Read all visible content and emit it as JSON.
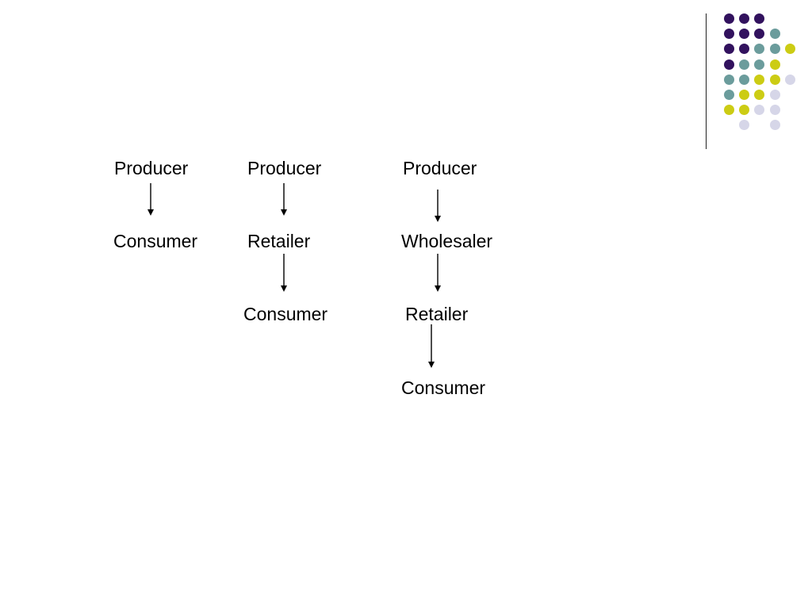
{
  "decoration": {
    "dot_colors": {
      "purple": "#32125e",
      "teal": "#6b9c9c",
      "yellow": "#cccc14",
      "lavender": "#d6d6e8"
    },
    "dot_grid": [
      [
        "purple",
        "purple",
        "purple",
        null,
        null
      ],
      [
        "purple",
        "purple",
        "purple",
        "teal",
        null
      ],
      [
        "purple",
        "purple",
        "teal",
        "teal",
        "yellow"
      ],
      [
        "purple",
        "teal",
        "teal",
        "yellow",
        null
      ],
      [
        "teal",
        "teal",
        "yellow",
        "yellow",
        "lavender"
      ],
      [
        "teal",
        "yellow",
        "yellow",
        "lavender",
        null
      ],
      [
        "yellow",
        "yellow",
        "lavender",
        "lavender",
        null
      ],
      [
        null,
        "lavender",
        null,
        "lavender",
        null
      ]
    ]
  },
  "chains": [
    {
      "steps": [
        "Producer",
        "Consumer"
      ]
    },
    {
      "steps": [
        "Producer",
        "Retailer",
        "Consumer"
      ]
    },
    {
      "steps": [
        "Producer",
        "Wholesaler",
        "Retailer",
        "Consumer"
      ]
    }
  ]
}
